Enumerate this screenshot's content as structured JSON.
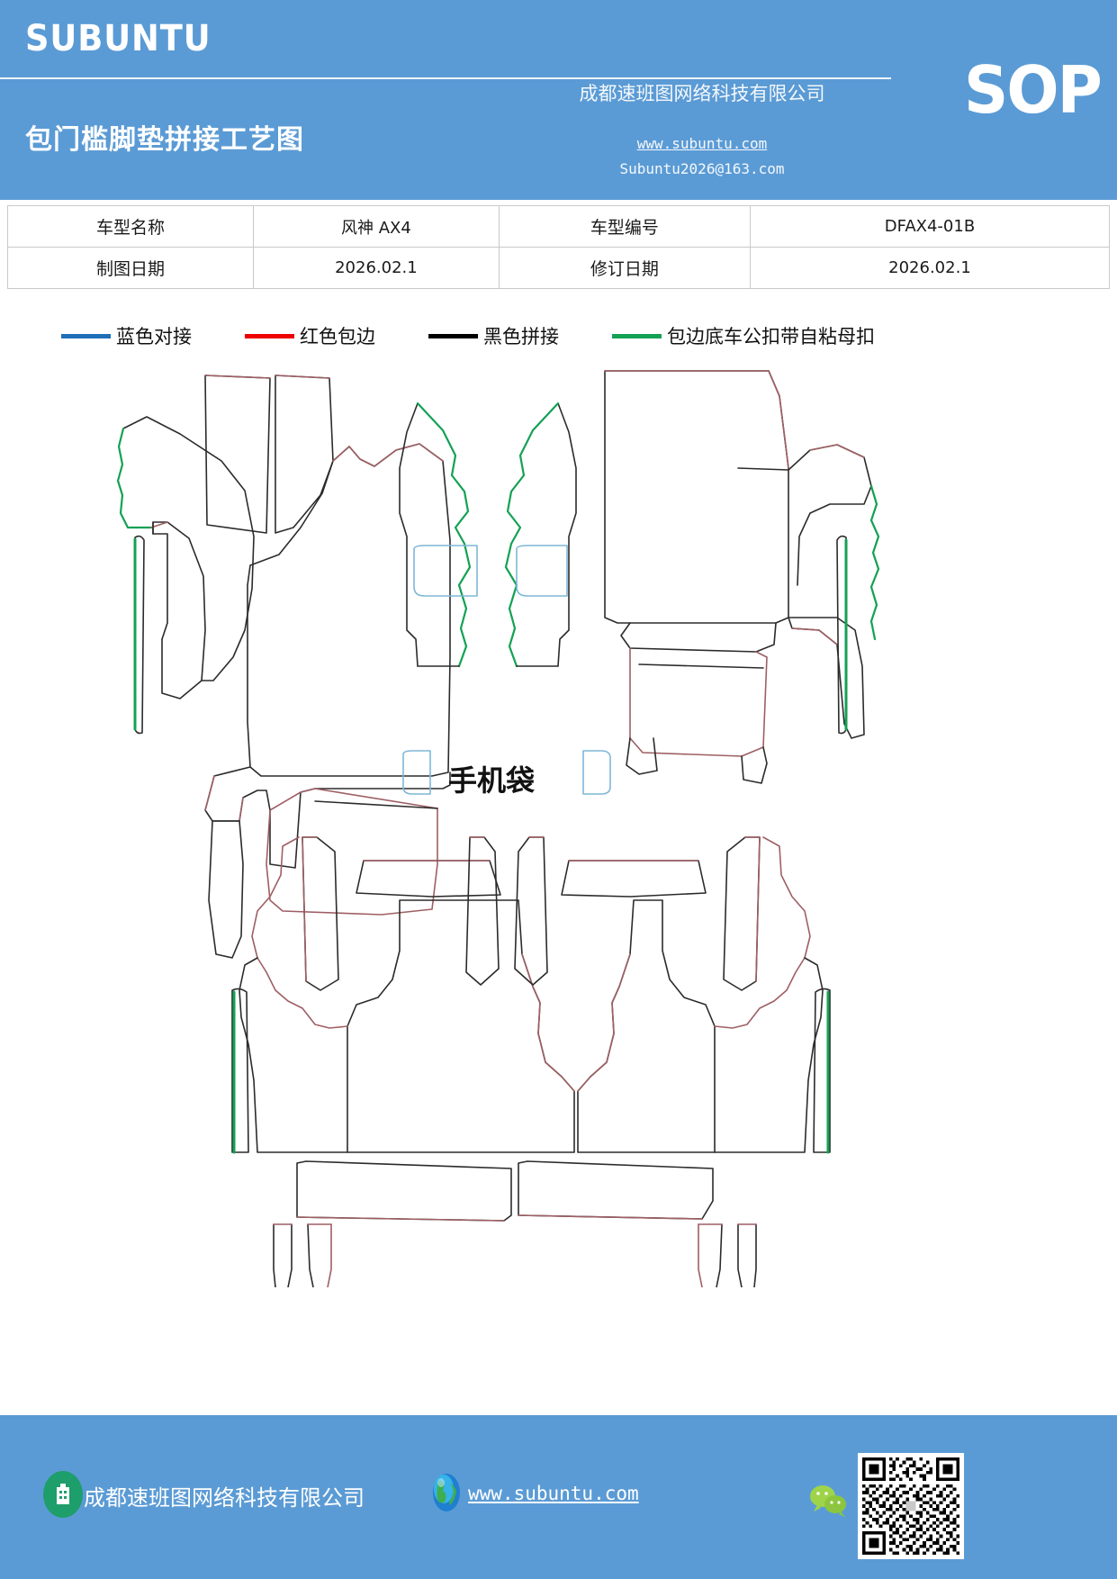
{
  "header": {
    "brand": "SUBUNTU",
    "doc_title": "包门槛脚垫拼接工艺图",
    "company_name": "成都速班图网络科技有限公司",
    "website": "www.subuntu.com",
    "email": "Subuntu2026@163.com",
    "badge": "SOP",
    "bg_color": "#5b9bd5"
  },
  "info_table": {
    "rows": [
      {
        "label1": "车型名称",
        "value1": "风神 AX4",
        "label2": "车型编号",
        "value2": "DFAX4-01B"
      },
      {
        "label1": "制图日期",
        "value1": "2026.02.1",
        "label2": "修订日期",
        "value2": "2026.02.1"
      }
    ]
  },
  "legend": {
    "items": [
      {
        "label": "蓝色对接",
        "color": "#1f6fb8",
        "name": "blue-butt-joint"
      },
      {
        "label": "红色包边",
        "color": "#ee0000",
        "name": "red-edge-binding"
      },
      {
        "label": "黑色拼接",
        "color": "#000000",
        "name": "black-splice"
      },
      {
        "label": "包边底车公扣带自粘母扣",
        "color": "#13a154",
        "name": "green-hook-loop"
      }
    ]
  },
  "drawing": {
    "pocket_label": "手机袋",
    "stroke_colors": {
      "black": "#2b2b2b",
      "red": "#9e5f63",
      "green": "#13a154",
      "blue": "#7fb7d6"
    }
  },
  "footer": {
    "company": "成都速班图网络科技有限公司",
    "website": "www.subuntu.com",
    "bg_color": "#5b9bd5"
  }
}
